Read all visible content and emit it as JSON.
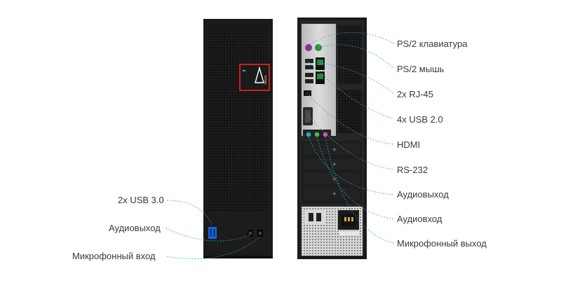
{
  "logo_text": "DELTA",
  "colors": {
    "accent": "#2aa7c9",
    "case_dark": "#1a1a1a",
    "panel_silver": "#c8c8c8",
    "usb3_blue": "#1e64d8",
    "logo_red": "#c8201e"
  },
  "front_labels": [
    "2x USB 3.0",
    "Аудиовыход",
    "Микрофонный вход"
  ],
  "rear_labels": [
    "PS/2 клавиатура",
    "PS/2 мышь",
    "2x RJ-45",
    "4x USB 2.0",
    "HDMI",
    "RS-232",
    "Аудиовыход",
    "Аудиовход",
    "Микрофонный выход"
  ]
}
